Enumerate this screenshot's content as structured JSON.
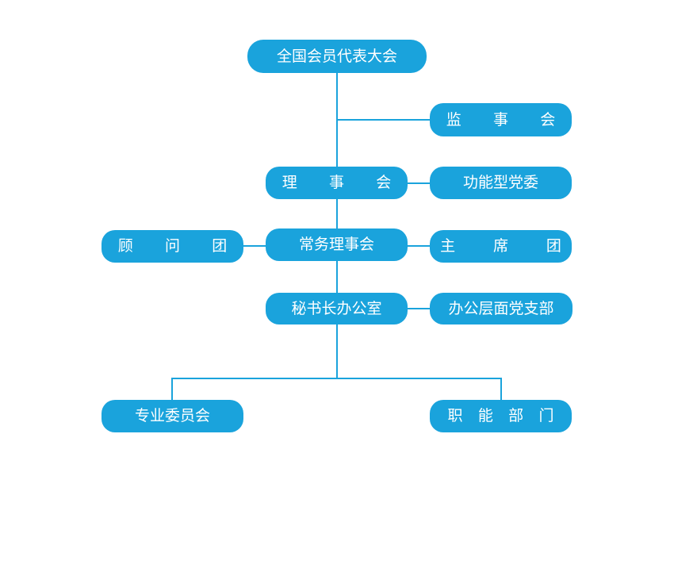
{
  "nodes": {
    "general_assembly": "全国会员代表大会",
    "supervisory_board": "监  事  会",
    "council": "理  事  会",
    "party_committee": "功能型党委",
    "standing_council": "常务理事会",
    "advisory_group": "顾  问  团",
    "presidium": "主  席  团",
    "secretariat": "秘书长办公室",
    "office_party_branch": "办公层面党支部",
    "specialized_committees": "专业委员会",
    "functional_departments": "职 能 部 门"
  },
  "colors": {
    "node_fill": "#1aa3dc",
    "node_text": "#ffffff",
    "connector": "#1aa3dc",
    "background": "#ffffff"
  }
}
